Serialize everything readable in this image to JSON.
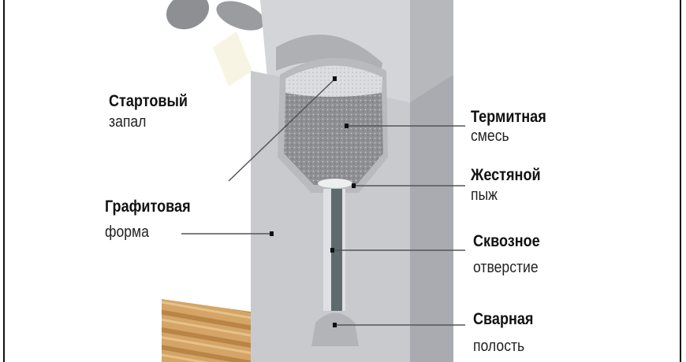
{
  "title": "Схема термитной сварки",
  "labels": {
    "starter": {
      "bold": "Стартовый",
      "normal": "запал"
    },
    "thermite": {
      "bold": "Термитная",
      "normal": "смесь"
    },
    "tin_plug": {
      "bold": "Жестяной",
      "normal": "пыж"
    },
    "graphite_mold": {
      "bold": "Графитовая",
      "normal": "форма"
    },
    "through_hole": {
      "bold": "Сквозное",
      "normal": "отверстие"
    },
    "weld_cavity": {
      "bold": "Сварная",
      "normal": "полость"
    }
  },
  "colors": {
    "mold": "#c9cace",
    "mold_side": "#a9abb0",
    "thermite": "#8e8f92",
    "channel": "#5d6b6e",
    "wood": "#c99a5c"
  }
}
